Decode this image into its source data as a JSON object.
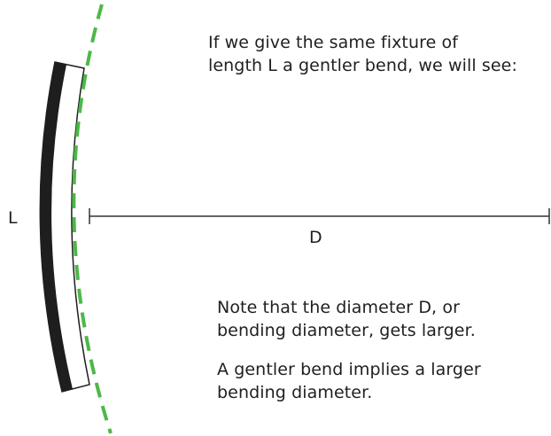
{
  "intro": {
    "lines": [
      "If we give the same fixture of",
      "length L a gentler bend, we will see:"
    ]
  },
  "labels": {
    "length": "L",
    "diameter": "D"
  },
  "note_diameter": {
    "lines": [
      "Note that the diameter D, or",
      "bending diameter, gets larger."
    ]
  },
  "note_gentler": {
    "lines": [
      "A gentler bend implies a larger",
      "bending diameter."
    ]
  },
  "colors": {
    "arc": "#4db848",
    "fixture": "#1e1e1e",
    "fixture_face": "#ffffff",
    "dimension_line": "#333333",
    "text": "#1f1f1f"
  }
}
